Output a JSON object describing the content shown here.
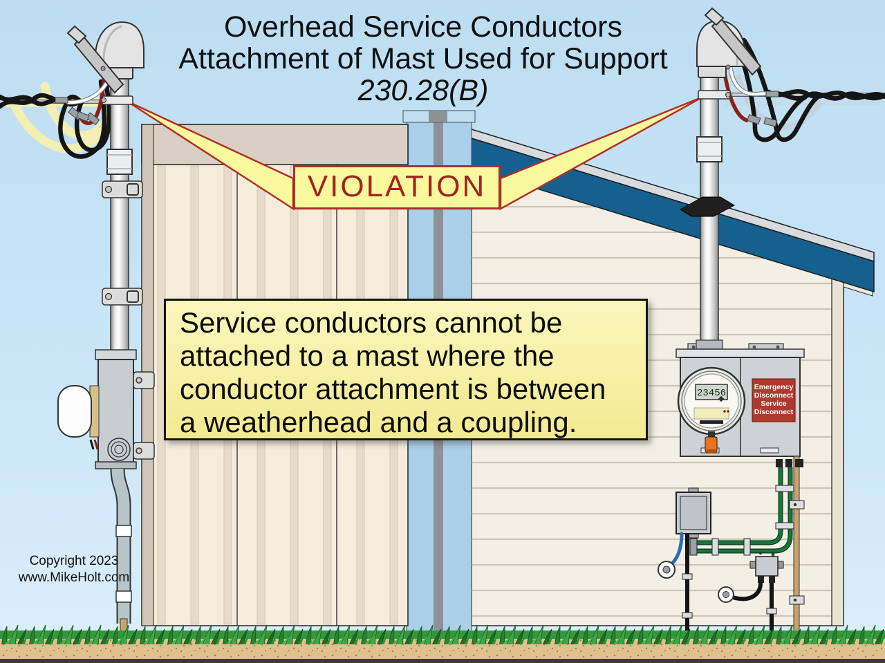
{
  "title": {
    "line1": "Overhead Service Conductors",
    "line2": "Attachment of Mast Used for Support",
    "line3": "230.28(B)"
  },
  "violation": {
    "label": "VIOLATION"
  },
  "note": {
    "lines": [
      "Service conductors cannot be",
      "attached to a mast where the",
      "conductor attachment is between",
      "a weatherhead and a coupling."
    ]
  },
  "copyright": {
    "line1": "Copyright 2023",
    "line2": "www.MikeHolt.com"
  },
  "right_panel": {
    "meter_reading": "23456",
    "disconnect_label_lines": [
      "Emergency",
      "Disconnect",
      "Service",
      "Disconnect"
    ]
  },
  "colors": {
    "sky": "#c3e1f4",
    "callout_yellow": "#fbf99e",
    "violation_red": "#a3231f",
    "note_yellow": "#f6efa3",
    "roof_blue": "#15608f",
    "left_siding": "#f6ecdc",
    "right_siding": "#f3efe5",
    "divider_blue": "#a9cfe9",
    "grass_green": "#2f8f36",
    "dirt_tan": "#e0c18d",
    "panel_gray": "#ccd2d6",
    "disconnect_label_red": "#b0392e",
    "wire_hot": "#8f2016",
    "ground_wire_green": "#17753c"
  }
}
